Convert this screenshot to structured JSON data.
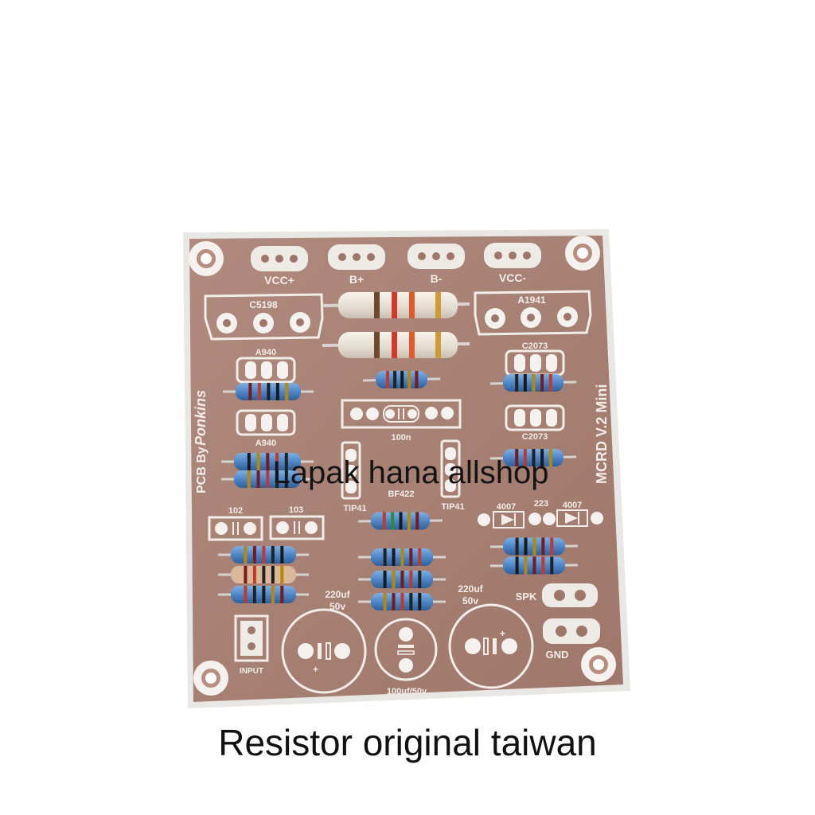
{
  "board": {
    "labels": {
      "vcc_plus": "VCC+",
      "b_plus": "B+",
      "b_minus": "B-",
      "vcc_minus": "VCC-",
      "c5198": "C5198",
      "a1941": "A1941",
      "a940_top": "A940",
      "a940_bottom": "A940",
      "c2073_top": "C2073",
      "c2073_bottom": "C2073",
      "cap_100n": "100n",
      "bf422": "BF422",
      "tip41_left": "TIP41",
      "tip41_right": "TIP41",
      "cap_102": "102",
      "cap_103": "103",
      "d4007_left": "4007",
      "cap_223": "223",
      "d4007_right": "4007",
      "cap_220_left": "220uf",
      "cap_220_left_v": "50v",
      "cap_220_right": "220uf",
      "cap_220_right_v": "50v",
      "cap_100uf": "100uf/50v",
      "spk": "SPK",
      "gnd": "GND",
      "input": "INPUT",
      "pcb_by": "PCB By",
      "maker": "Ponkins",
      "model": "MCRD V.2 Mini"
    }
  },
  "watermark": "Lapak hana allshop",
  "caption": "Resistor original taiwan",
  "colors": {
    "board": "#a77f72",
    "silkscreen": "#f2ede8",
    "resistor_blue": "#4f86c6",
    "power_resistor": "#e8e2d8"
  }
}
